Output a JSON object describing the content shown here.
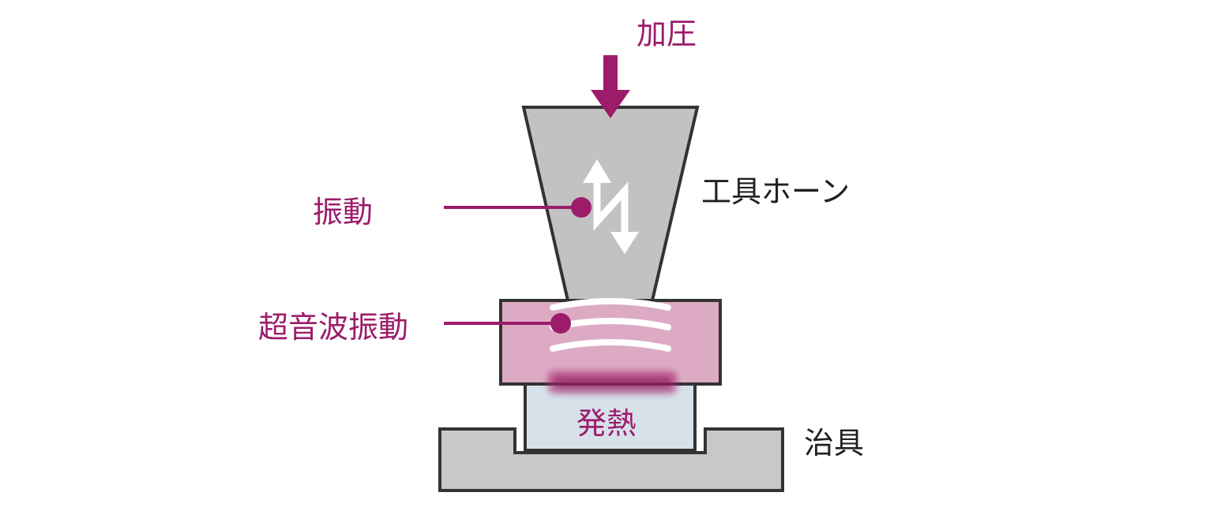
{
  "labels": {
    "pressure": "加圧",
    "vibration": "振動",
    "horn": "工具ホーン",
    "ultrasonic_vibration": "超音波振動",
    "heat": "発熱",
    "jig": "治具"
  },
  "colors": {
    "accent": "#9c1c6b",
    "horn_fill": "#c2c2c2",
    "jig_fill": "#c8c8c8",
    "upper_part_fill": "#ddaac4",
    "lower_part_fill": "#d7e1ea",
    "outline": "#333333",
    "text_dark": "#231f20"
  }
}
